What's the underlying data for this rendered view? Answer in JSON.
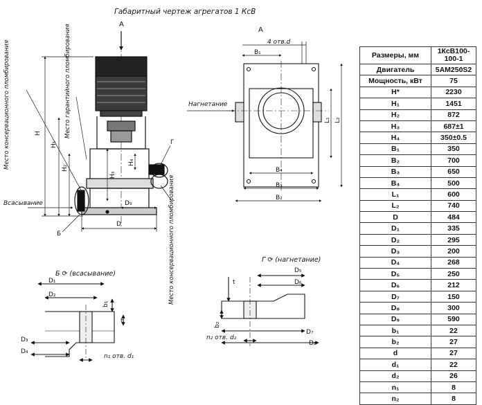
{
  "drawing": {
    "title": "Габаритный чертеж агрегатов 1 КсВ",
    "view_a_arrow": "А",
    "view_a_title": "А",
    "label_conservation_top": "Место консервационного пломбирования",
    "label_warranty": "Место гарантийного пломбирования",
    "label_conservation_bottom": "Место консервационного пломбирования",
    "label_suction": "Всасывание",
    "label_discharge": "Нагнетание",
    "callout_b": "Б",
    "callout_g": "Г",
    "dim_h": "H",
    "dim_h1": "H₁",
    "dim_h2": "H₂",
    "dim_h3": "H₃",
    "dim_h4": "H₄",
    "dim_d": "D",
    "dim_d9": "D₉",
    "dim_4holes": "4 отв.d",
    "dim_b1": "B₁",
    "dim_b2": "B₂",
    "dim_b3": "B₃",
    "dim_b4": "B₄",
    "dim_l1": "L₁",
    "dim_l2": "L₂",
    "detail_b_title": "Б ⟳ (всасывание)",
    "detail_g_title": "Г ⟳ (нагнетание)",
    "detail_b_d1": "D₁",
    "detail_b_d2": "D₂",
    "detail_b_d3": "D₃",
    "detail_b_d4": "D₄",
    "detail_b_b1": "b₁",
    "detail_b_t": "t",
    "detail_b_holes": "n₁ отв. d₁",
    "detail_g_d5": "D₅",
    "detail_g_d6": "D₆",
    "detail_g_d7": "D₇",
    "detail_g_d8": "D₈",
    "detail_g_b2": "b₂",
    "detail_g_t": "t",
    "detail_g_holes": "n₂ отв. d₂"
  },
  "table": {
    "header": [
      "Размеры, мм",
      "1КсВ100-100-1"
    ],
    "rows": [
      [
        "Двигатель",
        "5АМ250S2"
      ],
      [
        "Мощность, кВт",
        "75"
      ],
      [
        "H*",
        "2230"
      ],
      [
        "H₁",
        "1451"
      ],
      [
        "H₂",
        "872"
      ],
      [
        "H₃",
        "687±1"
      ],
      [
        "H₄",
        "350±0.5"
      ],
      [
        "B₁",
        "350"
      ],
      [
        "B₂",
        "700"
      ],
      [
        "B₃",
        "650"
      ],
      [
        "B₄",
        "500"
      ],
      [
        "L₁",
        "600"
      ],
      [
        "L₂",
        "740"
      ],
      [
        "D",
        "484"
      ],
      [
        "D₁",
        "335"
      ],
      [
        "D₂",
        "295"
      ],
      [
        "D₃",
        "200"
      ],
      [
        "D₄",
        "268"
      ],
      [
        "D₅",
        "250"
      ],
      [
        "D₆",
        "212"
      ],
      [
        "D₇",
        "150"
      ],
      [
        "D₈",
        "300"
      ],
      [
        "D₉",
        "590"
      ],
      [
        "b₁",
        "22"
      ],
      [
        "b₂",
        "27"
      ],
      [
        "d",
        "27"
      ],
      [
        "d₁",
        "22"
      ],
      [
        "d₂",
        "26"
      ],
      [
        "n₁",
        "8"
      ],
      [
        "n₂",
        "8"
      ]
    ]
  }
}
